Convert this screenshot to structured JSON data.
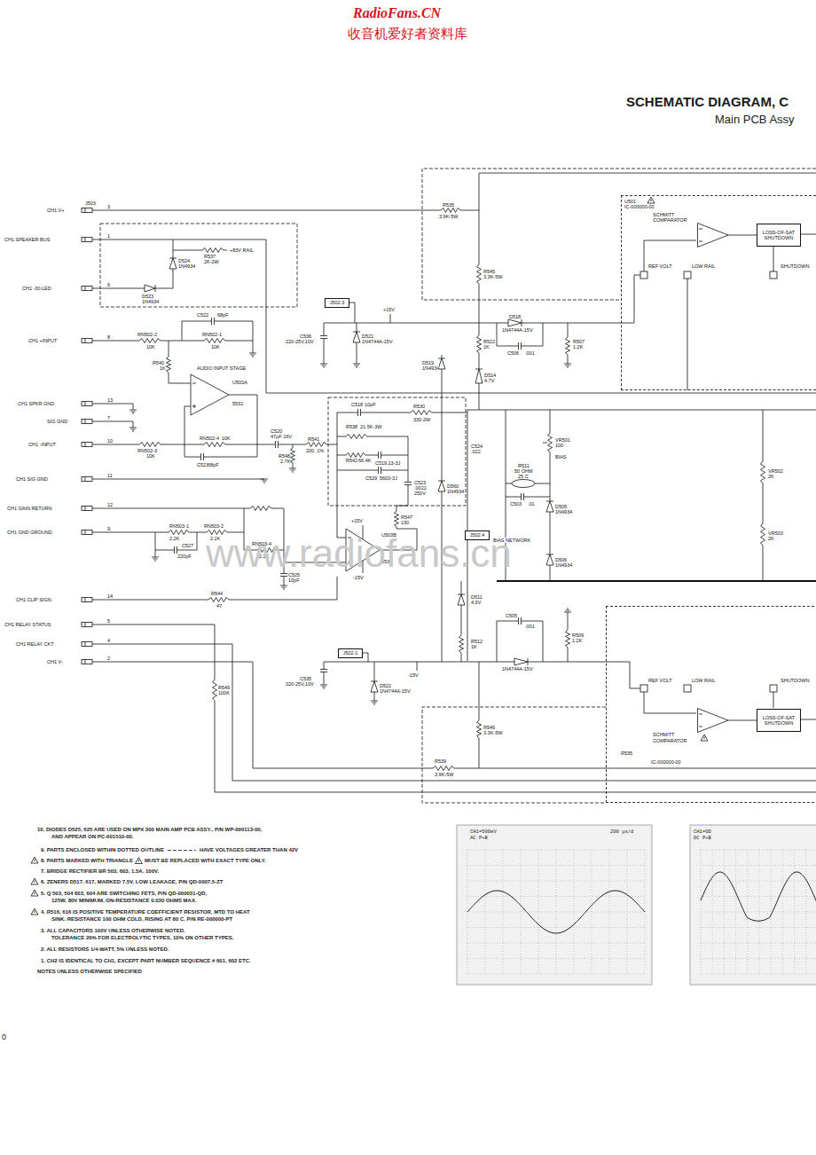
{
  "diagram": {
    "title": "SCHEMATIC DIAGRAM, C",
    "nodes": [
      {
        "text": [
          "U501",
          "IC-000000-00"
        ]
      },
      {
        "text": [
          "SCHMITT COMPARATOR"
        ],
        "in": 0
      },
      {
        "text": [
          "LOSS-OF-SAT SHUTDOWN"
        ],
        "in": 0
      },
      {
        "text": [
          "J502:3"
        ]
      },
      {
        "text": [
          "J502:4"
        ]
      },
      {
        "text": [
          "J502:1"
        ]
      },
      {
        "text": [
          "IC-000000-00"
        ]
      },
      {
        "text": [
          "SCHMITT COMPARATOR"
        ],
        "in": 6
      },
      {
        "text": [
          "LOSS-OF-SAT SHUTDOWN"
        ],
        "in": 6
      }
    ],
    "edges": [
      {
        "from": 1,
        "to": 2,
        "arrow": "none"
      },
      {
        "from": 7,
        "to": 8,
        "arrow": "none"
      }
    ],
    "labels": [
      "RadioFans.CN",
      "收音机爱好者资料库",
      "Main PCB Assy",
      "CH1 V+",
      "J503",
      "3",
      "CH1 SPEAKER BUS",
      "1",
      "CH1 -30 LED",
      "6",
      "CH1 +INPUT",
      "8",
      "CH1 SPKR GND",
      "13",
      "SIG GND",
      "7",
      "CH1 -INPUT",
      "10",
      "CH1 SIG GND",
      "11",
      "CH1 GAIN RETURN",
      "12",
      "CH1 GND GROUND",
      "9",
      "CH1 CLIP SIGN",
      "14",
      "CH1 RELAY STATUS",
      "5",
      "CH1 RELAY CKT",
      "4",
      "CH1 V-",
      "2",
      "D524",
      "1N4934",
      "R537",
      "2K-2W",
      "+83V RAIL",
      "D523",
      "1N4934",
      "C522",
      "68pF",
      "RN502-2",
      "10K",
      "RN502-1",
      "10K",
      "R540",
      "1K",
      "AUDIO INPUT STAGE",
      "U503A",
      "5532",
      "RN502-3",
      "10K",
      "RN502-4",
      "10K",
      "C521",
      "68pF",
      "C520",
      "47µF-16V",
      "R548",
      "2.7K",
      "R541",
      "200, 1%",
      "R538",
      "21.5K-3W",
      "R542",
      "66.4K",
      "C519",
      ".13-3J",
      "C529",
      "5600-3J",
      "C523",
      ".0022",
      "250V",
      "C518",
      "10pF",
      "R530",
      "330-2W",
      "C524",
      ".022",
      "D560",
      "1N4934",
      "D519",
      "1N4934",
      "R547",
      "130",
      "U503B",
      "5532",
      "+15V",
      "-15V",
      "RN503-1",
      "2.2K",
      "RN503-2",
      "2.2K",
      "C527",
      "220pF",
      "RN503-4",
      "2.2K",
      "C525",
      "10pF",
      "R544",
      "47",
      "R549",
      "100K",
      "R535",
      "3.9K-5W",
      "R545",
      "3.3K-5W",
      "+15V",
      "C536",
      "220-25V,10V",
      "D521",
      "1N4744A-15V",
      "D518",
      "1N4744A-15V",
      "C506",
      ".001",
      "R507",
      "1.2K",
      "R522",
      "1K",
      "D514",
      "4.7V",
      "VR501",
      "100",
      "BIAS",
      "R511",
      "50 OHM",
      "25 C",
      "C503",
      ".01",
      "D505",
      "1N4934",
      "BIAS NETWORK",
      "D506",
      "1N4934",
      "VR502",
      "2K",
      "VR503",
      "2K",
      "D511",
      "4.3V",
      "C505",
      ".001",
      "R512",
      "1K",
      "1N4744A-15V",
      "R509",
      "1.2K",
      "-15V",
      "C535",
      "220-25V,10V",
      "D522",
      "1N4744A-15V",
      "R546",
      "3.3K-5W",
      "R539",
      "3.9K-5W",
      "R535",
      "REF VOLT",
      "LOW RAIL",
      "SHUTDOWN",
      "REF VOLT",
      "LOW RAIL",
      "SHUTDOWN",
      "www.radiofans.cn",
      "10. DIODES D525, 625 ARE USED ON MPX 300 MAIN AMP PCB ASSY., P/N WP-000113-00,",
      "AND APPEAR ON PC-001510-00.",
      "9. PARTS ENCLOSED WITHIN DOTTED OUTLINE",
      "HAVE VOLTAGES GREATER THAN 42V",
      "8. PARTS MARKED WITH TRIANGLE",
      "MUST BE REPLACED WITH EXACT TYPE ONLY.",
      "7. BRIDGE RECTIFIER BR 503, 603, 1.5A, 100V.",
      "6. ZENERS D517, 617, MARKED 7.5V, LOW LEAKAGE, P/N QD-0007.5-ZT",
      "5. Q 503, 504 603, 604 ARE SWITCHING FETS, P/N QD-000031-QD,",
      "125W, 80V MINIMUM, ON-RESISTANCE 0.030 OHMS MAX.",
      "4. R516, 616 IS POSITIVE TEMPERATURE COEFFICIENT RESISTOR, MTD TO HEAT",
      "SINK. RESISTANCE 100 OHM COLD, RISING AT 80 C. P/N RE-000000-PT",
      "3. ALL CAPACITORS 100V UNLESS OTHERWISE NOTED.",
      "TOLERANCE 20% FOR ELECTROLYTIC TYPES, 10% ON OTHER TYPES.",
      "2. ALL RESISTORS 1/4-WATT, 5% UNLESS NOTED.",
      "1. CH2 IS IDENTICAL TO CH1, EXCEPT PART NUMBER SEQUENCE # 601, 602 ETC.",
      "NOTES UNLESS OTHERWISE SPECIFIED",
      "CH1=500mV",
      "AC P+B",
      "200 μs/d",
      "CH1=0D",
      "DC P+B",
      "0"
    ]
  }
}
